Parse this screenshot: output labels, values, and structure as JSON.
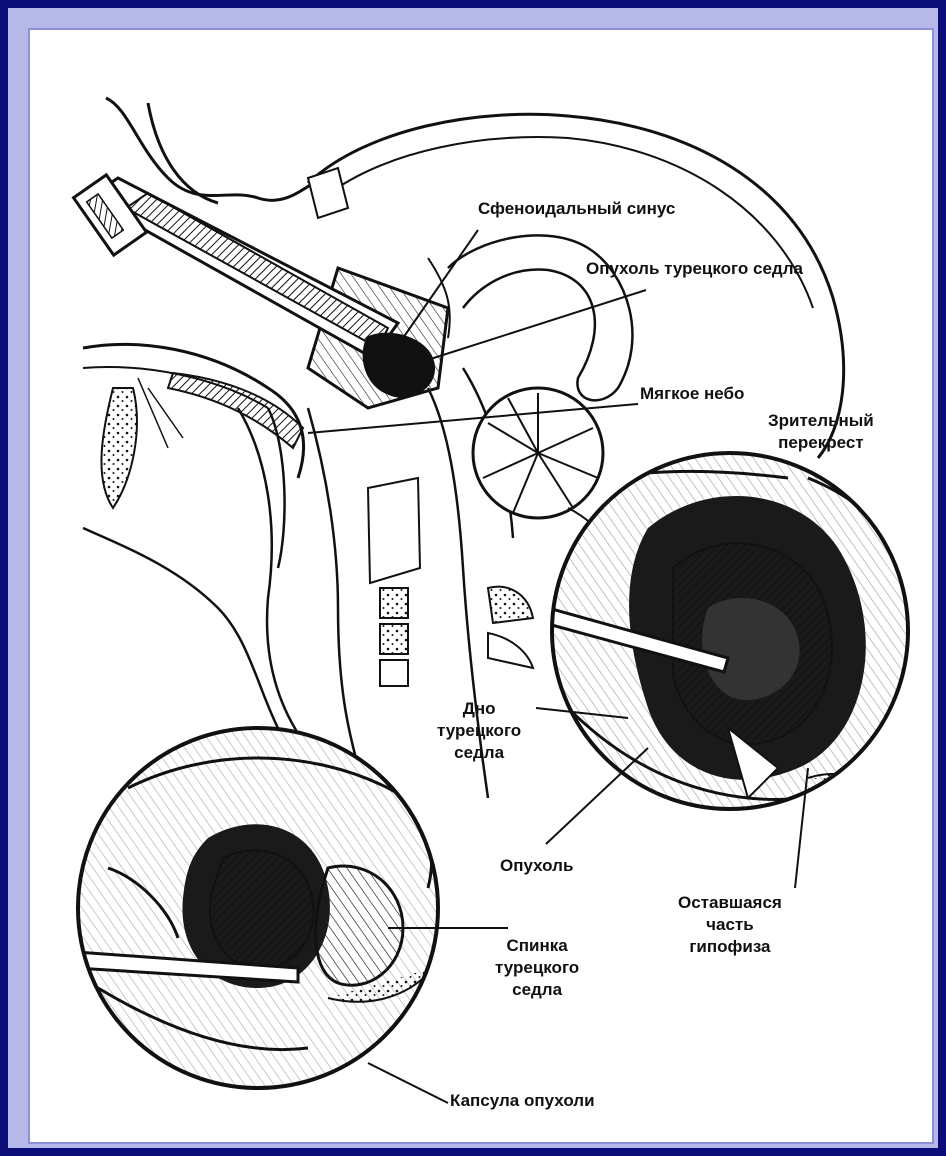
{
  "labels": {
    "sphenoid_sinus": "Сфеноидальный синус",
    "sella_tumor": "Опухоль турецкого седла",
    "soft_palate": "Мягкое небо",
    "optic_chiasm": [
      "Зрительный",
      "перекрест"
    ],
    "sella_floor": [
      "Дно",
      "турецкого",
      "седла"
    ],
    "tumor": "Опухоль",
    "remaining_pituitary": [
      "Оставшаяся",
      "часть",
      "гипофиза"
    ],
    "dorsum_sellae": [
      "Спинка",
      "турецкого",
      "седла"
    ],
    "tumor_capsule": "Капсула опухоли"
  },
  "colors": {
    "outer_background": "#0a0a6e",
    "frame_border": "#b6b8e8",
    "paper": "#ffffff",
    "ink": "#111111"
  }
}
